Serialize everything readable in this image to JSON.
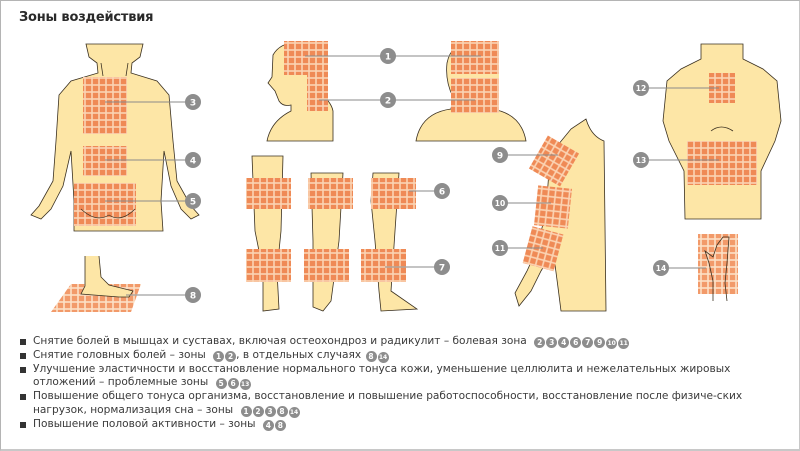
{
  "title": "Зоны воздействия",
  "colors": {
    "skin": "#fde6a6",
    "skin_outline": "#3a3020",
    "grid": "#ef8a56",
    "grid_line": "#fbd4b4",
    "callout": "#8d8d8d",
    "callout_line": "#8a8a8a",
    "text": "#3a3a3a",
    "border": "#b4b4b4"
  },
  "callouts": [
    {
      "n": "1",
      "zone": "head"
    },
    {
      "n": "2",
      "zone": "neck"
    },
    {
      "n": "3",
      "zone": "upper-back"
    },
    {
      "n": "4",
      "zone": "lower-back"
    },
    {
      "n": "5",
      "zone": "buttocks"
    },
    {
      "n": "6",
      "zone": "thighs"
    },
    {
      "n": "7",
      "zone": "calves"
    },
    {
      "n": "8",
      "zone": "feet"
    },
    {
      "n": "9",
      "zone": "shoulder"
    },
    {
      "n": "10",
      "zone": "upper-arm"
    },
    {
      "n": "11",
      "zone": "forearm"
    },
    {
      "n": "12",
      "zone": "chest"
    },
    {
      "n": "13",
      "zone": "abdomen"
    },
    {
      "n": "14",
      "zone": "hand"
    }
  ],
  "legend": [
    {
      "text": "Снятие болей в мышцах и суставах, включая остеохондроз и радикулит – болевая зона",
      "zones": [
        "2",
        "3",
        "4",
        "6",
        "7",
        "9",
        "10",
        "11"
      ],
      "suffix": ""
    },
    {
      "text": "Снятие головных болей – зоны",
      "zones": [
        "1",
        "2"
      ],
      "suffix": ", в отдельных случаях",
      "zones2": [
        "8",
        "14"
      ]
    },
    {
      "text": "Улучшение эластичности и восстановление нормального тонуса кожи, уменьшение целлюлита и нежелательных жировых отложений – проблемные зоны",
      "zones": [
        "5",
        "6",
        "13"
      ],
      "suffix": ""
    },
    {
      "text": "Повышение общего тонуса организма, восстановление и повышение работоспособности, восстановление после физиче-ских нагрузок,  нормализация сна – зоны",
      "zones": [
        "1",
        "2",
        "3",
        "8",
        "14"
      ],
      "suffix": ""
    },
    {
      "text": "Повышение половой активности – зоны",
      "zones": [
        "4",
        "8"
      ],
      "suffix": ""
    }
  ]
}
